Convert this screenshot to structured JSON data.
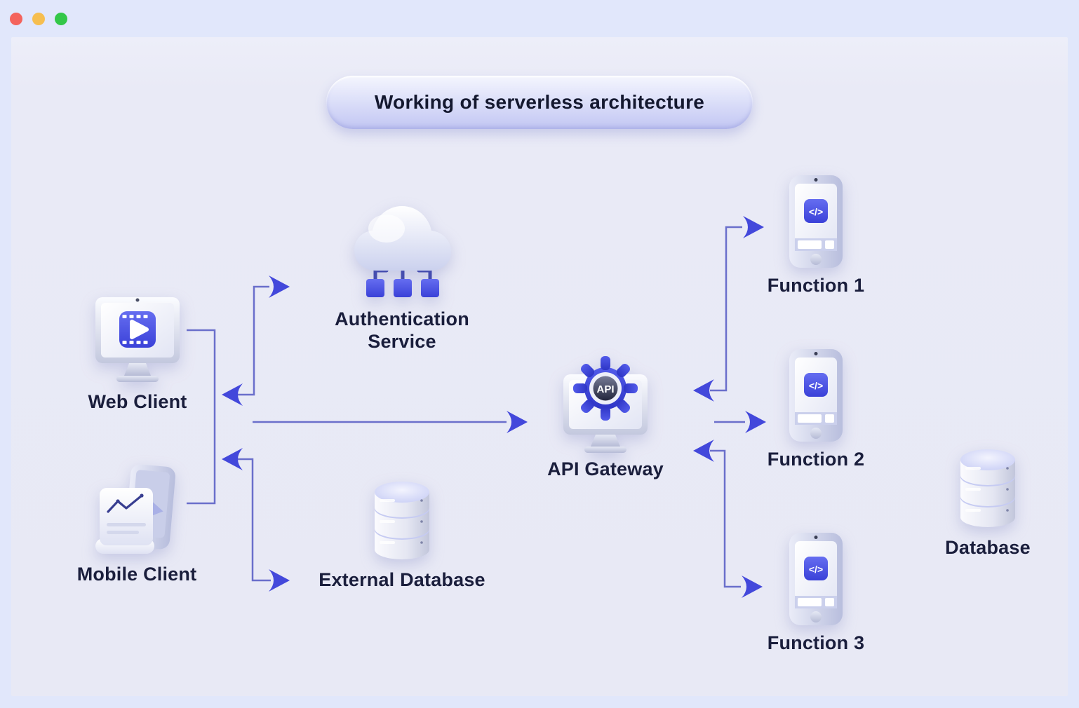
{
  "window": {
    "controls": {
      "close": "close",
      "minimize": "minimize",
      "zoom": "zoom"
    }
  },
  "title": "Working of serverless architecture",
  "nodes": {
    "web_client": {
      "label": "Web Client",
      "icon": "monitor-video-player"
    },
    "mobile_client": {
      "label": "Mobile Client",
      "icon": "phone-with-chart-document"
    },
    "auth_service": {
      "label": "Authentication Service",
      "icon": "cloud-with-connections"
    },
    "api_gateway": {
      "label": "API Gateway",
      "icon": "monitor-gear-api",
      "badge": "API"
    },
    "function_1": {
      "label": "Function 1",
      "icon": "phone-code"
    },
    "function_2": {
      "label": "Function 2",
      "icon": "phone-code"
    },
    "function_3": {
      "label": "Function 3",
      "icon": "phone-code"
    },
    "external_database": {
      "label": "External Database",
      "icon": "database-cylinder"
    },
    "database": {
      "label": "Database",
      "icon": "database-cylinder"
    }
  },
  "icon_glyphs": {
    "code": "</>"
  },
  "connections": [
    {
      "from": "web_client",
      "to": "mobile_client",
      "style": "bracket",
      "arrows": "none"
    },
    {
      "from": "clients",
      "to": "auth_service",
      "style": "elbow",
      "arrows": "both"
    },
    {
      "from": "clients",
      "to": "api_gateway",
      "style": "straight",
      "arrows": "forward"
    },
    {
      "from": "mobile_client",
      "to": "external_database",
      "style": "elbow",
      "arrows": "both"
    },
    {
      "from": "api_gateway",
      "to": "function_1",
      "style": "elbow",
      "arrows": "both"
    },
    {
      "from": "api_gateway",
      "to": "function_2",
      "style": "straight",
      "arrows": "forward"
    },
    {
      "from": "api_gateway",
      "to": "function_3",
      "style": "elbow",
      "arrows": "both"
    }
  ],
  "colors": {
    "frame_background": "#E1E7FB",
    "canvas_background": "#E9EAF6",
    "connector_line": "#6A6FCB",
    "arrowhead": "#4348DB",
    "icon_blue": "#4A51E0",
    "label_text": "#1A1E3C",
    "traffic_red": "#F4635C",
    "traffic_yellow": "#F6BE4F",
    "traffic_green": "#33C748"
  }
}
